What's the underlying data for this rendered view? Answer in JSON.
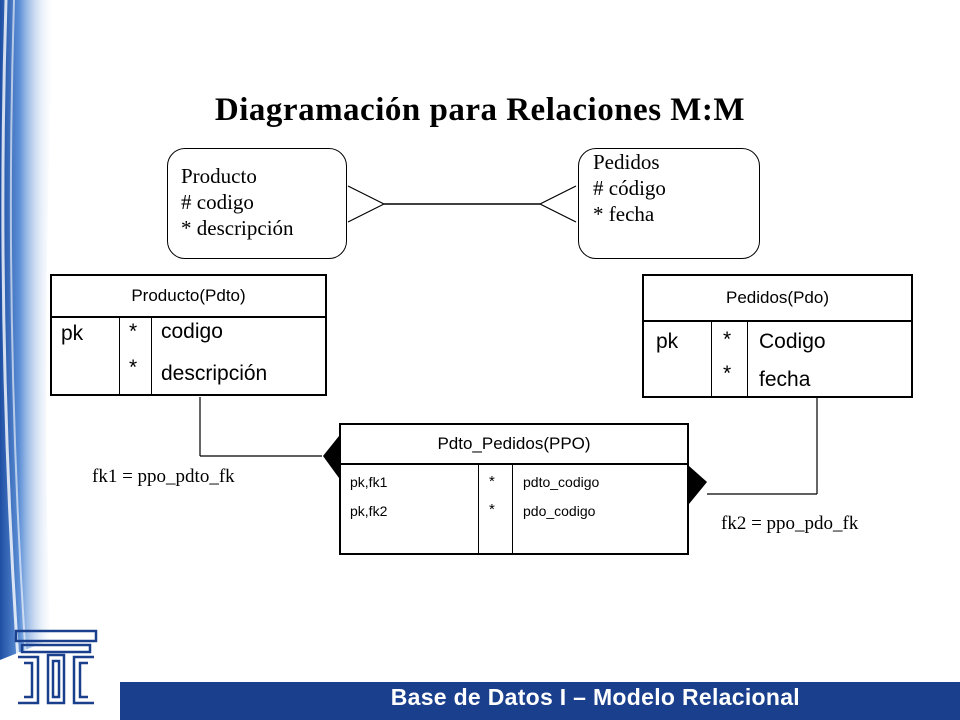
{
  "title": "Diagramación para Relaciones M:M",
  "er": {
    "entity_left": {
      "name": "Producto",
      "attr1": "# codigo",
      "attr2": "* descripción"
    },
    "entity_right": {
      "name": "Pedidos",
      "attr1": "# código",
      "attr2": "* fecha"
    }
  },
  "tables": {
    "producto": {
      "header": "Producto(Pdto)",
      "key": "pk",
      "marks": [
        "*",
        "*"
      ],
      "columns": [
        "codigo",
        "descripción"
      ]
    },
    "pedidos": {
      "header": "Pedidos(Pdo)",
      "key": "pk",
      "marks": [
        "*",
        "*"
      ],
      "columns": [
        "Codigo",
        "fecha"
      ]
    },
    "ppo": {
      "header": "Pdto_Pedidos(PPO)",
      "keys": [
        "pk,fk1",
        "pk,fk2"
      ],
      "marks": [
        "*",
        "*"
      ],
      "columns": [
        "pdto_codigo",
        "pdo_codigo"
      ]
    }
  },
  "labels": {
    "fk1": "fk1 = ppo_pdto_fk",
    "fk2": "fk2 = ppo_pdo_fk"
  },
  "footer": {
    "text": "Base de Datos I – Modelo Relacional"
  },
  "colors": {
    "primary_blue": "#1a3f8c",
    "line": "#000000"
  }
}
